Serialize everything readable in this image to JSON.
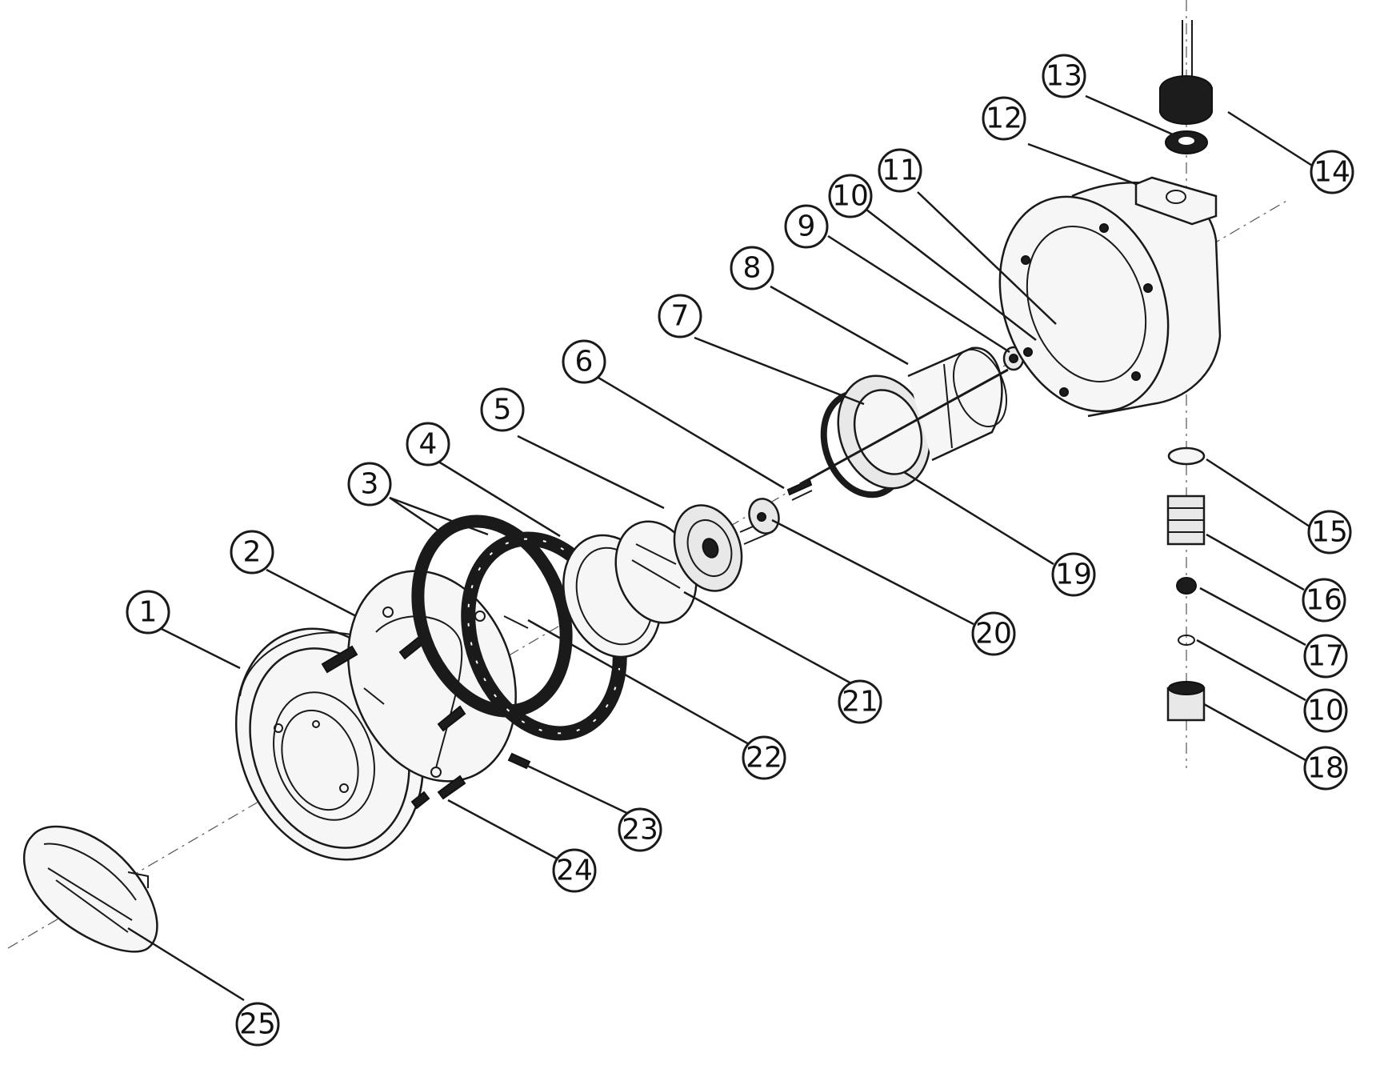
{
  "callouts": [
    {
      "id": "c1",
      "label": "1"
    },
    {
      "id": "c2",
      "label": "2"
    },
    {
      "id": "c3",
      "label": "3"
    },
    {
      "id": "c4",
      "label": "4"
    },
    {
      "id": "c5",
      "label": "5"
    },
    {
      "id": "c6",
      "label": "6"
    },
    {
      "id": "c7",
      "label": "7"
    },
    {
      "id": "c8",
      "label": "8"
    },
    {
      "id": "c9",
      "label": "9"
    },
    {
      "id": "c10a",
      "label": "10"
    },
    {
      "id": "c11",
      "label": "11"
    },
    {
      "id": "c12",
      "label": "12"
    },
    {
      "id": "c13",
      "label": "13"
    },
    {
      "id": "c14",
      "label": "14"
    },
    {
      "id": "c15",
      "label": "15"
    },
    {
      "id": "c16",
      "label": "16"
    },
    {
      "id": "c17",
      "label": "17"
    },
    {
      "id": "c10b",
      "label": "10"
    },
    {
      "id": "c18",
      "label": "18"
    },
    {
      "id": "c19",
      "label": "19"
    },
    {
      "id": "c20",
      "label": "20"
    },
    {
      "id": "c21",
      "label": "21"
    },
    {
      "id": "c22",
      "label": "22"
    },
    {
      "id": "c23",
      "label": "23"
    },
    {
      "id": "c24",
      "label": "24"
    },
    {
      "id": "c25",
      "label": "25"
    }
  ],
  "colors": {
    "ink": "#1a1a1a",
    "background": "#ffffff",
    "shade": "#e8e8e8"
  }
}
